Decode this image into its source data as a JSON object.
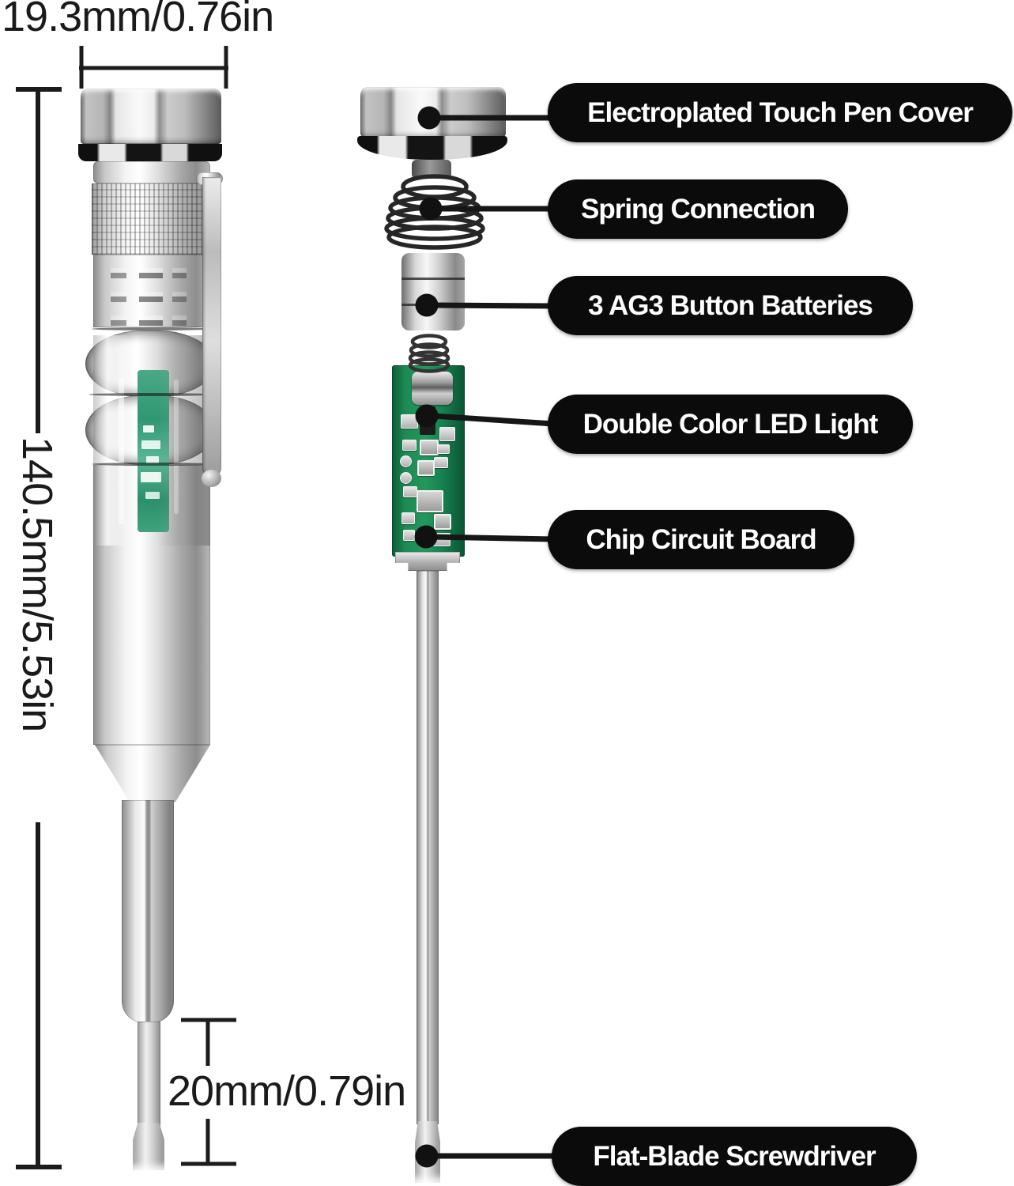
{
  "diagram": {
    "dimensions": {
      "cap_width": "19.3mm/0.76in",
      "total_length": "140.5mm/5.53in",
      "tip_length": "20mm/0.79in"
    },
    "callouts": [
      {
        "label": "Electroplated Touch Pen Cover"
      },
      {
        "label": "Spring Connection"
      },
      {
        "label": "3 AG3 Button Batteries"
      },
      {
        "label": "Double Color LED Light"
      },
      {
        "label": "Chip Circuit Board"
      },
      {
        "label": "Flat-Blade Screwdriver"
      }
    ],
    "colors": {
      "annotation_line": "#1b1b1b",
      "callout_bg": "#0b0b0b",
      "callout_text": "#ffffff",
      "pcb_green": "#168050",
      "window_green": "#3ba183"
    }
  }
}
